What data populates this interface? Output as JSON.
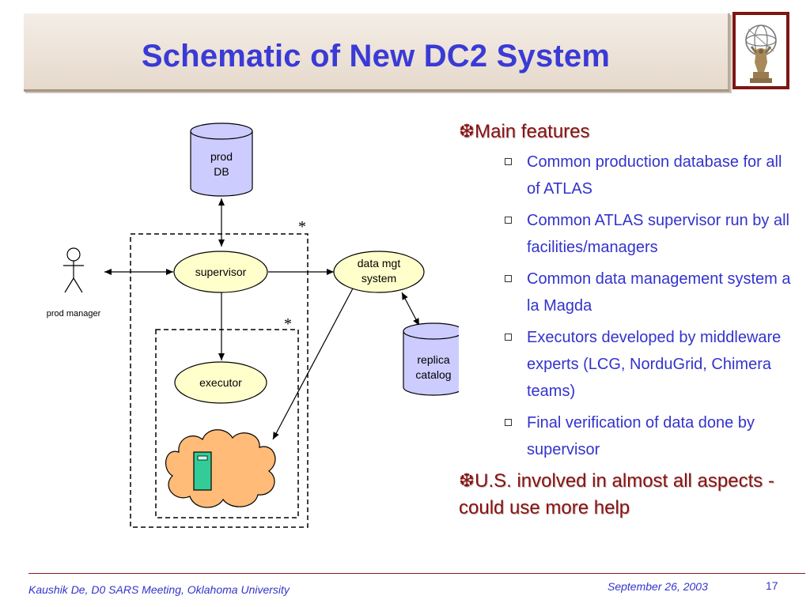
{
  "slide": {
    "title": "Schematic of New DC2 System"
  },
  "diagram": {
    "prod_db_line1": "prod",
    "prod_db_line2": "DB",
    "supervisor": "supervisor",
    "data_mgt_line1": "data mgt",
    "data_mgt_line2": "system",
    "replica_line1": "replica",
    "replica_line2": "catalog",
    "executor": "executor",
    "prod_manager": "prod manager",
    "star_outer": "*",
    "star_inner": "*"
  },
  "features": {
    "main1": "Main features",
    "items": [
      "Common production database for all of ATLAS",
      "Common ATLAS supervisor run by all facilities/managers",
      "Common data management system a la Magda",
      "Executors developed by middleware experts (LCG, NorduGrid, Chimera teams)",
      "Final verification of data done by supervisor"
    ],
    "main2": "U.S. involved in almost all aspects - could use more help",
    "bullet_glyph": "❆"
  },
  "footer": {
    "left": "Kaushik De, D0 SARS Meeting, Oklahoma University",
    "date": "September 26, 2003",
    "page": "17"
  },
  "colors": {
    "title": "#3a3ad6",
    "bullet_text": "#8b0f0f",
    "sub_text": "#3333cc",
    "db_fill": "#ccccff",
    "oval_fill": "#ffffcc",
    "cloud_fill": "#ffbb77",
    "server_fill": "#33cc99"
  }
}
